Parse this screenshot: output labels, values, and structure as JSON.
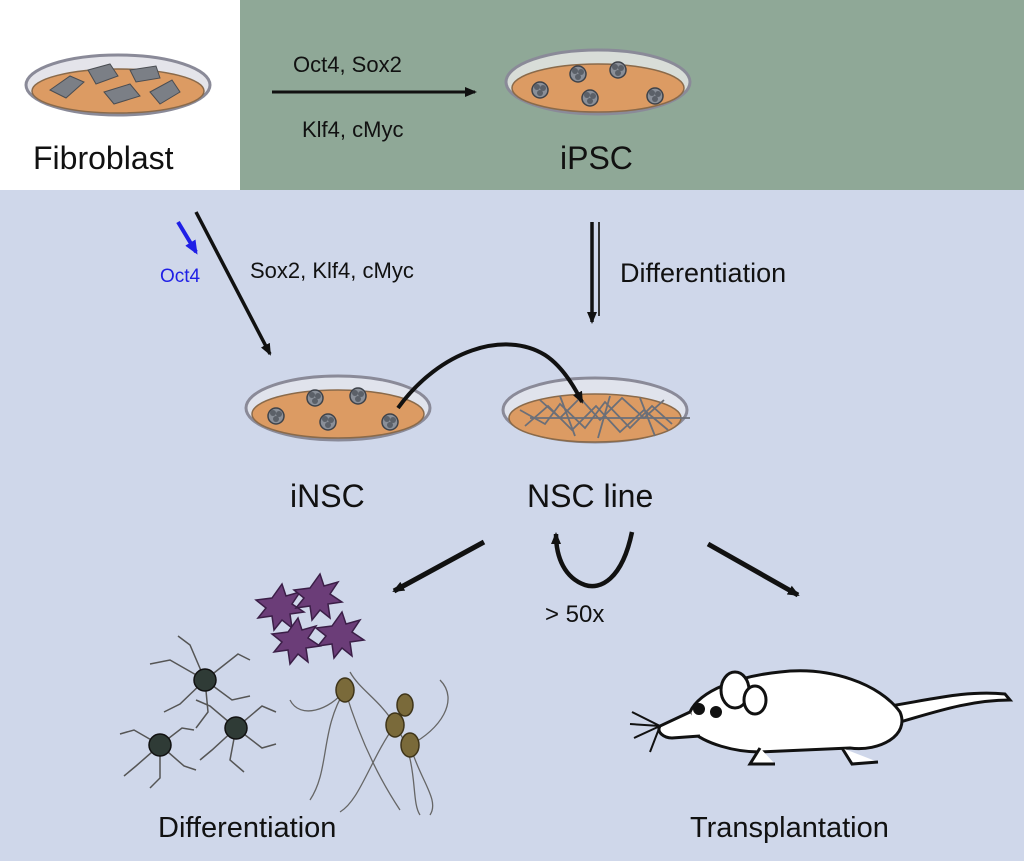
{
  "colors": {
    "top_left_bg": "#ffffff",
    "top_band_bg": "#8fa897",
    "main_bg": "#cfd7ea",
    "dish_medium": "#dc9b63",
    "dish_rim": "#7f7f8f",
    "arrow": "#111111",
    "oct4_highlight": "#1f1fe6",
    "neuron_purple": "#6b3d78",
    "neuron_dark": "#2f3b36",
    "neuron_olive": "#7a6a3a"
  },
  "top": {
    "source_label": "Fibroblast",
    "factors_top": "Oct4, Sox2",
    "factors_bottom": "Klf4, cMyc",
    "target_label": "iPSC"
  },
  "direct": {
    "highlight_factor": "Oct4",
    "factors": "Sox2, Klf4, cMyc",
    "product_label": "iNSC"
  },
  "differentiation_step": {
    "label": "Differentiation",
    "product_label": "NSC line"
  },
  "expansion": {
    "label": "> 50x"
  },
  "outcomes": {
    "left_label": "Differentiation",
    "right_label": "Transplantation"
  }
}
